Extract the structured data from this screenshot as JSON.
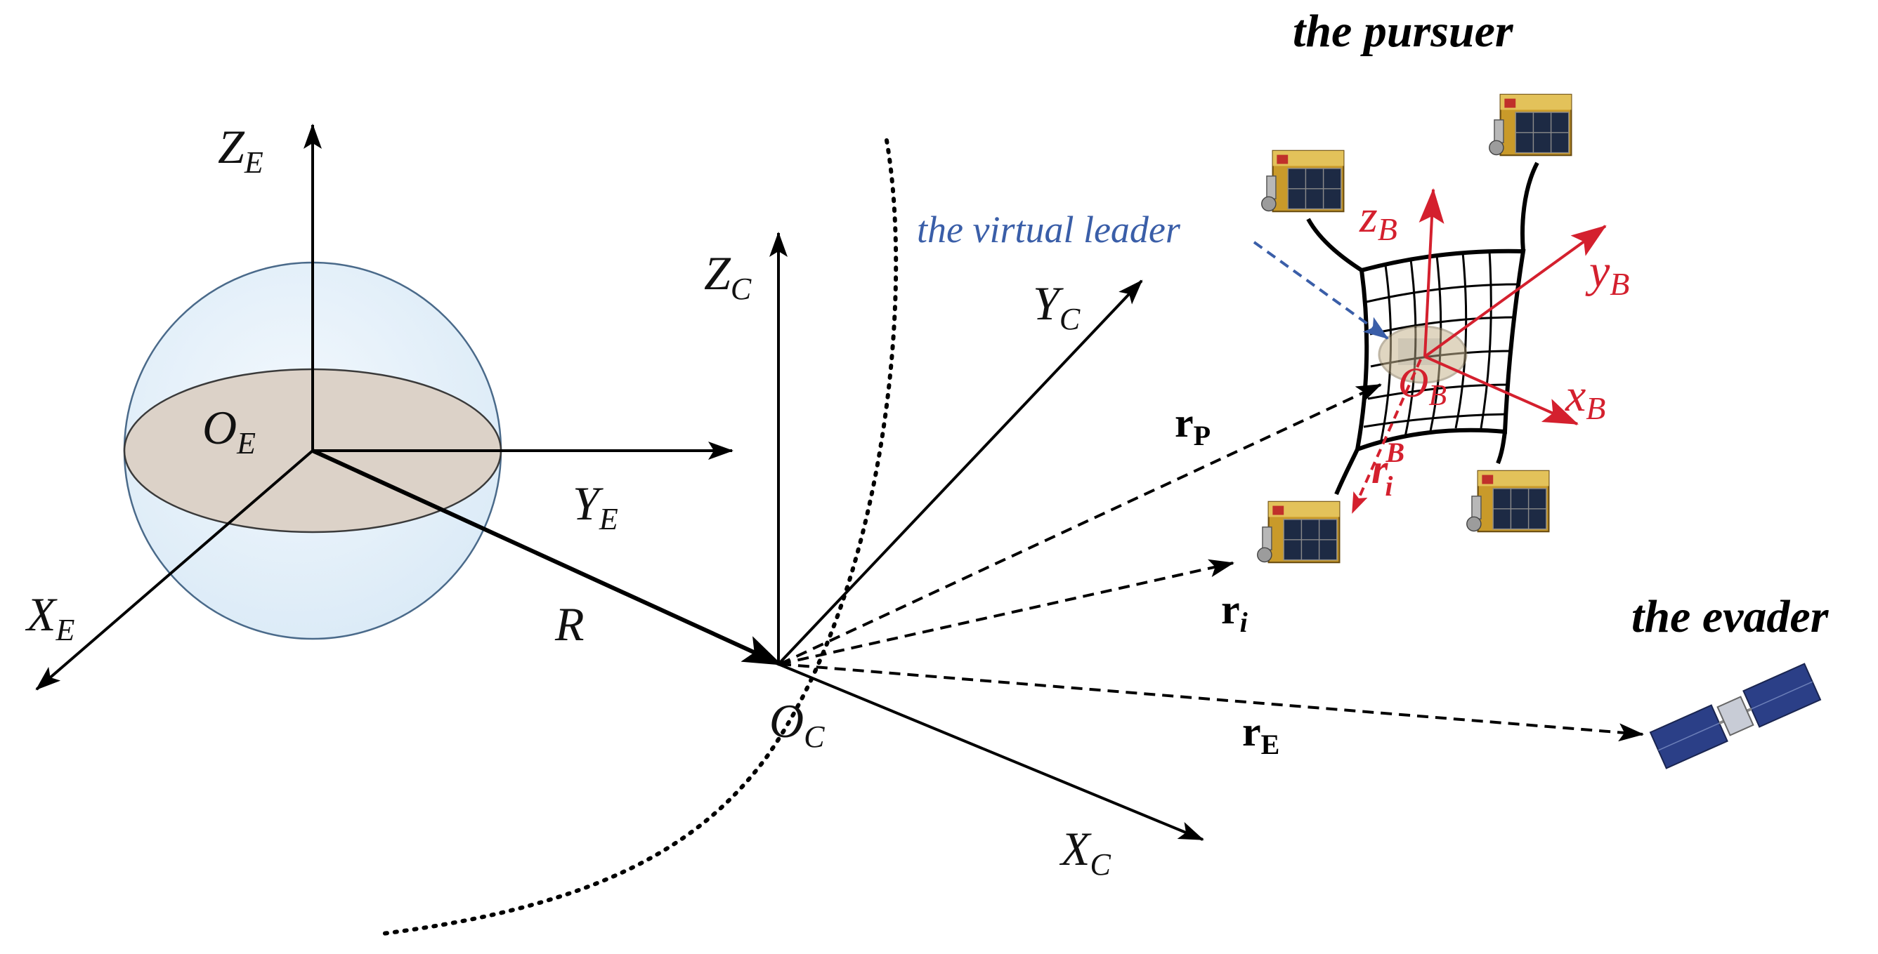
{
  "titles": {
    "pursuer": "the pursuer",
    "evader": "the evader",
    "virtual_leader": "the virtual leader"
  },
  "earth_frame": {
    "origin": {
      "main": "O",
      "sub": "E"
    },
    "z_axis": {
      "main": "Z",
      "sub": "E"
    },
    "y_axis": {
      "main": "Y",
      "sub": "E"
    },
    "x_axis": {
      "main": "X",
      "sub": "E"
    }
  },
  "orbit_frame": {
    "origin": {
      "main": "O",
      "sub": "C"
    },
    "z_axis": {
      "main": "Z",
      "sub": "C"
    },
    "y_axis": {
      "main": "Y",
      "sub": "C"
    },
    "x_axis": {
      "main": "X",
      "sub": "C"
    }
  },
  "body_frame": {
    "origin": {
      "main": "O",
      "sub": "B"
    },
    "z_axis": {
      "main": "z",
      "sub": "B"
    },
    "y_axis": {
      "main": "y",
      "sub": "B"
    },
    "x_axis": {
      "main": "x",
      "sub": "B"
    }
  },
  "vectors": {
    "R": "R",
    "r_P": {
      "main": "r",
      "sub": "P"
    },
    "r_i": {
      "main": "r",
      "sub": "i"
    },
    "r_E": {
      "main": "r",
      "sub": "E"
    },
    "r_i_B": {
      "main": "r",
      "sub": "i",
      "sup": "B"
    }
  },
  "colors": {
    "axes": "#000000",
    "body_frame": "#d4202e",
    "virtual_leader_label": "#3a5ea8",
    "earth_sphere": "#e6f1fa",
    "earth_equator": "#dcd2c8"
  }
}
